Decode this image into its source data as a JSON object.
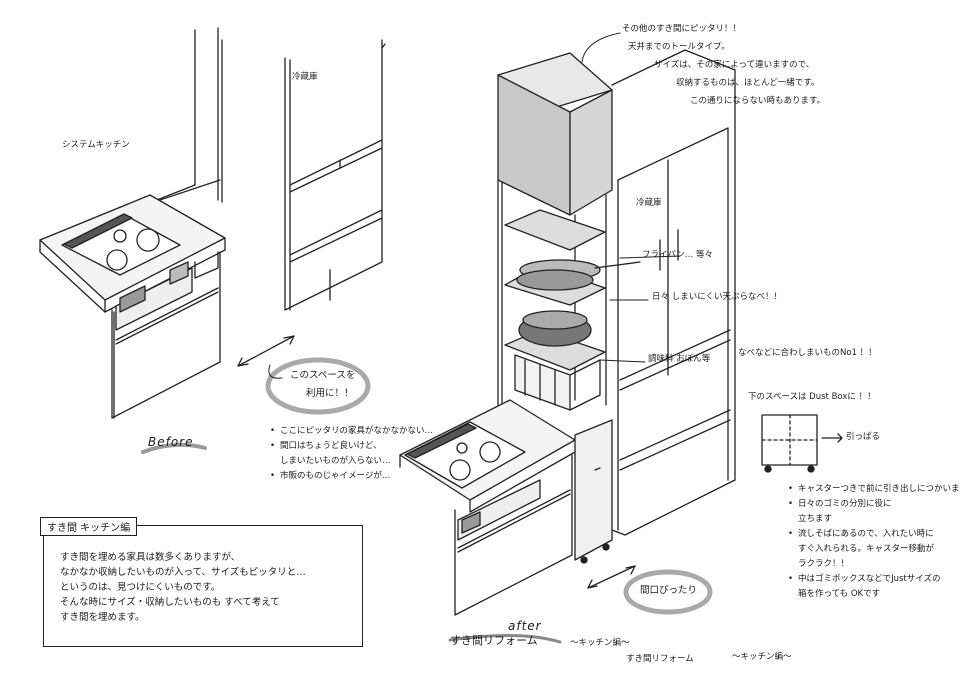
{
  "labels": {
    "system_kitchen": "システムキッチン",
    "fridge_before": "冷蔵庫",
    "fridge_after": "冷蔵庫",
    "use_space": "このスペースを",
    "use_space2": "利用に！！",
    "before": "Before",
    "after": "after",
    "frying_pan": "フライパン… 等々",
    "pots": "日々 しまいにくい天ぷらなべ！！",
    "seasoning": "調味料 おぼん等",
    "seasoning_note": "なべなどに合わしまいものNo1 ！！",
    "dust_box": "下のスペースは Dust Boxに ！！",
    "pull": "引っぱる",
    "opening": "間口ぴったり",
    "tall_top": [
      "その他のすき間にピッタリ！！",
      "天井までのトールタイプ。",
      "サイズは、その家によって違いますので、",
      "収納するものは、ほとんど一緒です。",
      "この通りにならない時もあります。"
    ]
  },
  "mid_bullets": [
    "ここにピッタリの家具がなかなかない…",
    "間口はちょうど良いけど、",
    "しまいたいものが入らない…",
    "市販のものじゃイメージが…"
  ],
  "right_bullets": [
    "キャスターつきで前に引き出しにつかいます",
    "日々のゴミの分別に役に",
    "立ちます",
    "流しそばにあるので、入れたい時に",
    "すぐ入れられる。キャスター移動が",
    "ラクラク！！",
    "中はゴミボックスなどでJustサイズの",
    "箱を作っても OKです"
  ],
  "note": {
    "tab": "すき間 キッチン編",
    "lines": [
      "すき間を埋める家具は数多くありますが、",
      "なかなか収納したいものが入って、サイズもピッタリと…",
      "というのは、見つけにくいものです。",
      "そんな時にサイズ・収納したいものも すべて考えて",
      "すき間を埋めます。"
    ]
  },
  "footer": {
    "reform": "すき間リフォーム",
    "kitchen": "～キッチン編～",
    "reform2": "すき間リフォーム",
    "kitchen2": "～キッチン編～"
  }
}
